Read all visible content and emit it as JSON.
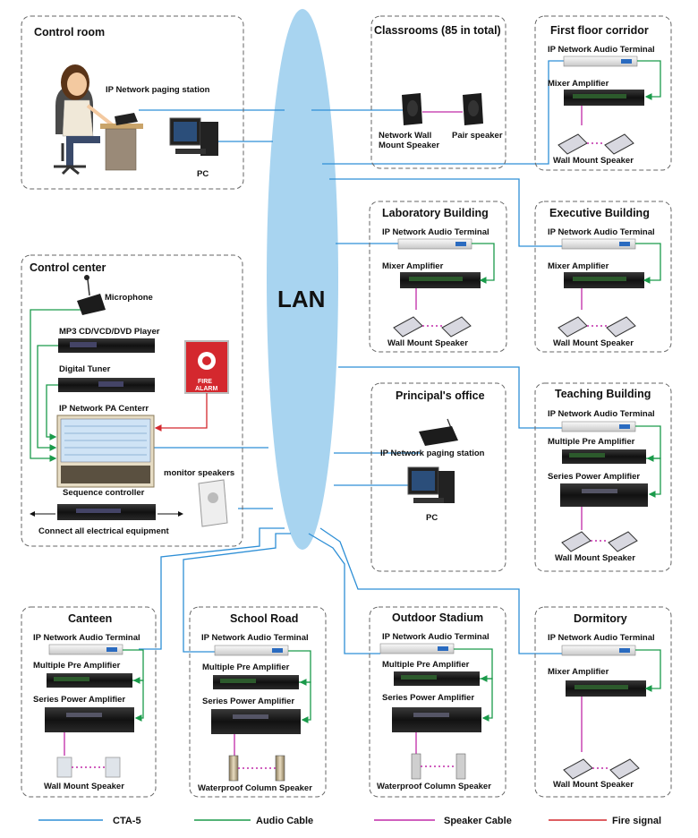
{
  "backbone": "LAN",
  "zones": {
    "control_room": {
      "title": "Control room",
      "paging_station": "IP Network paging station",
      "pc": "PC"
    },
    "classrooms": {
      "title": "Classrooms (85 in total)",
      "speaker_a": [
        "Network Wall",
        "Mount Speaker"
      ],
      "speaker_b": "Pair speaker"
    },
    "first_floor": {
      "title": "First floor corridor",
      "terminal": "IP Network Audio Terminal",
      "mixer": "Mixer Amplifier",
      "speaker": "Wall Mount Speaker"
    },
    "laboratory": {
      "title": "Laboratory Building",
      "terminal": "IP Network Audio Terminal",
      "mixer": "Mixer Amplifier",
      "speaker": "Wall Mount Speaker"
    },
    "executive": {
      "title": "Executive Building",
      "terminal": "IP Network Audio Terminal",
      "mixer": "Mixer Amplifier",
      "speaker": "Wall Mount Speaker"
    },
    "control_center": {
      "title": "Control center",
      "microphone": "Microphone",
      "player": "MP3 CD/VCD/DVD Player",
      "tuner": "Digital Tuner",
      "pa_center": "IP Network PA Centerr",
      "fire_alarm": [
        "FIRE",
        "ALARM"
      ],
      "monitor": "monitor speakers",
      "sequence": "Sequence controller",
      "connect": "Connect all electrical equipment"
    },
    "principal": {
      "title": "Principal's office",
      "paging_station": "IP Network paging station",
      "pc": "PC"
    },
    "teaching": {
      "title": "Teaching Building",
      "terminal": "IP Network Audio Terminal",
      "pre_amp": "Multiple Pre Amplifier",
      "power_amp": "Series Power Amplifier",
      "speaker": "Wall Mount Speaker"
    },
    "canteen": {
      "title": "Canteen",
      "terminal": "IP Network Audio Terminal",
      "pre_amp": "Multiple Pre Amplifier",
      "power_amp": "Series Power Amplifier",
      "speaker": "Wall Mount Speaker"
    },
    "school_road": {
      "title": "School Road",
      "terminal": "IP Network Audio Terminal",
      "pre_amp": "Multiple Pre Amplifier",
      "power_amp": "Series Power Amplifier",
      "speaker": "Waterproof Column Speaker"
    },
    "outdoor": {
      "title": "Outdoor Stadium",
      "terminal": "IP Network Audio Terminal",
      "pre_amp": "Multiple Pre Amplifier",
      "power_amp": "Series Power Amplifier",
      "speaker": "Waterproof Column Speaker"
    },
    "dormitory": {
      "title": "Dormitory",
      "terminal": "IP Network Audio Terminal",
      "mixer": "Mixer Amplifier",
      "speaker": "Wall Mount Speaker"
    }
  },
  "legend": [
    {
      "label": "CTA-5",
      "color": "#2e8fd6"
    },
    {
      "label": "Audio Cable",
      "color": "#1a9a4a"
    },
    {
      "label": "Speaker Cable",
      "color": "#c02aa8"
    },
    {
      "label": "Fire signal",
      "color": "#d4282e"
    }
  ],
  "colors": {
    "lan_fill": "#a8d4f0",
    "cta": "#2e8fd6",
    "audio": "#1a9a4a",
    "speaker": "#c02aa8",
    "fire": "#d4282e"
  }
}
